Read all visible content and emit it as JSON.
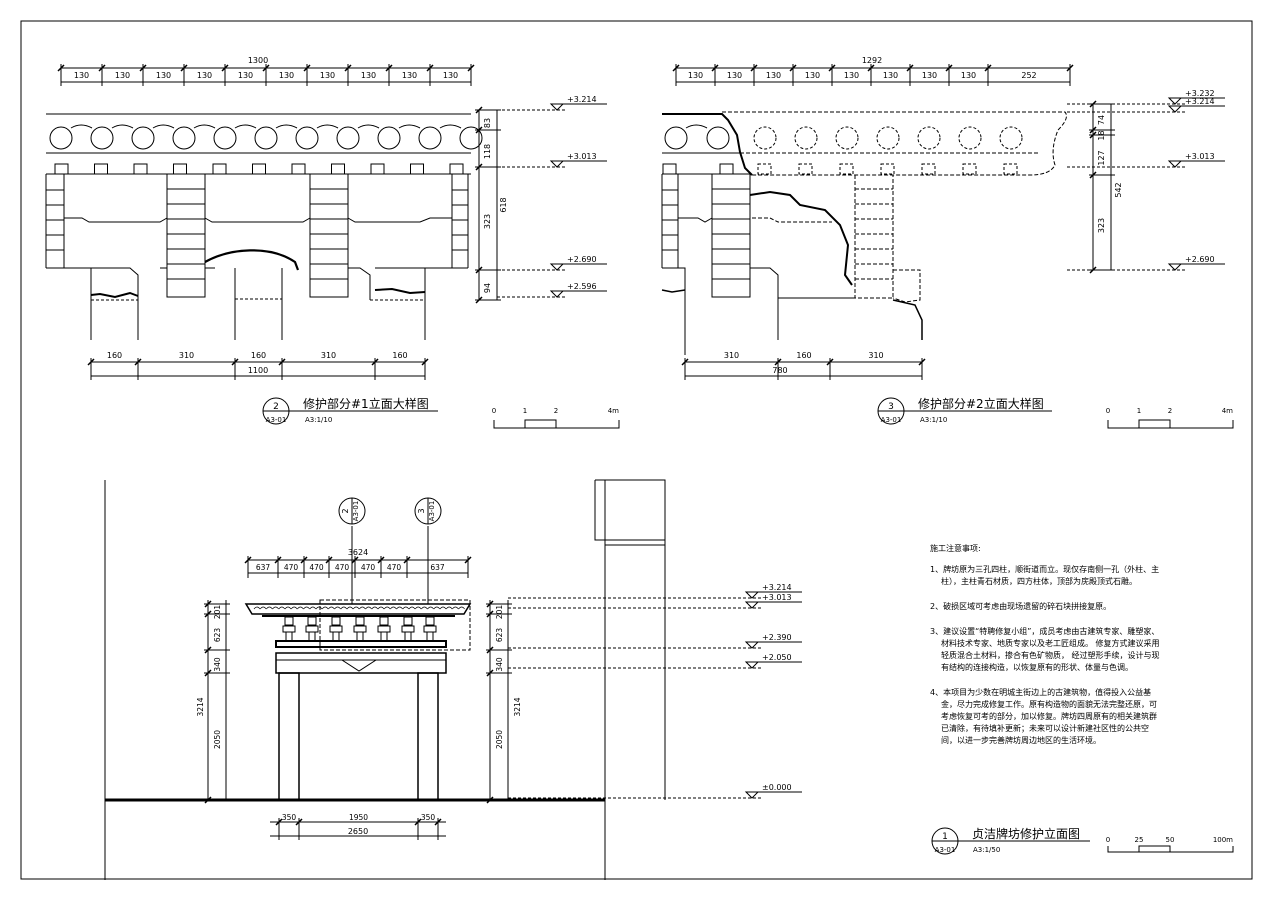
{
  "detail1": {
    "title": "修护部分#1立面大样图",
    "scale": "A3:1/10",
    "num": "2",
    "ref": "A3-01",
    "top_total": "1300",
    "top_dims": [
      "130",
      "130",
      "130",
      "130",
      "130",
      "130",
      "130",
      "130",
      "130",
      "130"
    ],
    "bottom_dims": [
      "160",
      "310",
      "160",
      "310",
      "160"
    ],
    "bottom_total": "1100",
    "right_dims": [
      "83",
      "118",
      "323",
      "94"
    ],
    "right_total": "618",
    "levels": [
      "+3.214",
      "+3.013",
      "+2.690",
      "+2.596"
    ]
  },
  "detail2": {
    "title": "修护部分#2立面大样图",
    "scale": "A3:1/10",
    "num": "3",
    "ref": "A3-01",
    "top_total": "1292",
    "top_dims": [
      "130",
      "130",
      "130",
      "130",
      "130",
      "130",
      "130",
      "130",
      "252"
    ],
    "bottom_dims": [
      "310",
      "160",
      "310"
    ],
    "bottom_total": "780",
    "right_dims": [
      "74",
      "18",
      "127",
      "323"
    ],
    "right_total": "542",
    "levels": [
      "+3.232",
      "+3.214",
      "+3.013",
      "+2.690"
    ]
  },
  "main": {
    "title": "贞洁牌坊修护立面图",
    "scale": "A3:1/50",
    "num": "1",
    "ref": "A3-01",
    "top_total": "3624",
    "top_dims": [
      "637",
      "470",
      "470",
      "470",
      "470",
      "470",
      "637"
    ],
    "bottom_dims": [
      "350",
      "1950",
      "350"
    ],
    "bottom_total": "2650",
    "left_dims": [
      "201",
      "623",
      "340",
      "2050"
    ],
    "left_total": "3214",
    "right_dims": [
      "201",
      "623",
      "340",
      "2050"
    ],
    "right_total": "3214",
    "levels": [
      "+3.214",
      "+3.013",
      "+2.390",
      "+2.050",
      "±0.000"
    ],
    "callouts": [
      {
        "num": "2",
        "ref": "A3-01"
      },
      {
        "num": "3",
        "ref": "A3-01"
      }
    ]
  },
  "scalebar_a": [
    "0",
    "1",
    "2",
    "4m"
  ],
  "scalebar_b": [
    "0",
    "1",
    "2",
    "4m"
  ],
  "scalebar_c": [
    "0",
    "25",
    "50",
    "100m"
  ],
  "notes": {
    "title": "施工注意事项:",
    "items": [
      "1、牌坊原为三孔四柱，顺街道而立。现仅存南侧一孔（外柱、主柱），主柱青石材质，四方柱体，顶部为庑殿顶式石雕。",
      "2、破损区域可考虑由现场遗留的碎石块拼接复原。",
      "3、建议设置“特聘修复小组”，成员考虑由古建筑专家、雕塑家、材料技术专家、地质专家以及老工匠组成。 修复方式建议采用轻质混合土材料，掺合有色矿物质， 经过塑形手续，设计与现有结构的连接构造，以恢复原有的形状、体量与色调。",
      "4、本项目为少数在明城主街边上的古建筑物，值得投入公益基金，尽力完成修复工作。原有构造物的面貌无法完整还原，可考虑恢复可考的部分，加以修复。牌坊四周原有的相关建筑群已清除，有待填补更新；未来可以设计新建社区性的公共空间，以进一步完善牌坊周边地区的生活环境。"
    ]
  }
}
